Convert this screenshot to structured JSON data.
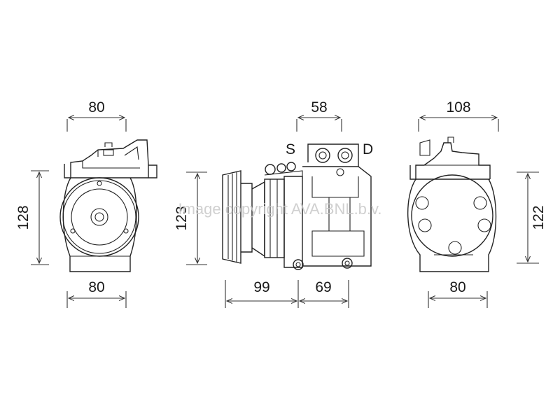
{
  "watermark": "Image copyright AVA.BNL.b.v.",
  "ports": {
    "suction": "S",
    "discharge": "D"
  },
  "dimensions": {
    "front_top": "80",
    "front_bottom": "80",
    "front_height": "128",
    "side_top": "58",
    "side_height": "123",
    "side_bottom_left": "99",
    "side_bottom_right": "69",
    "rear_top": "108",
    "rear_bottom": "80",
    "rear_height": "122"
  },
  "colors": {
    "line": "#222222",
    "watermark": "#c8c8c8",
    "background": "#ffffff"
  }
}
